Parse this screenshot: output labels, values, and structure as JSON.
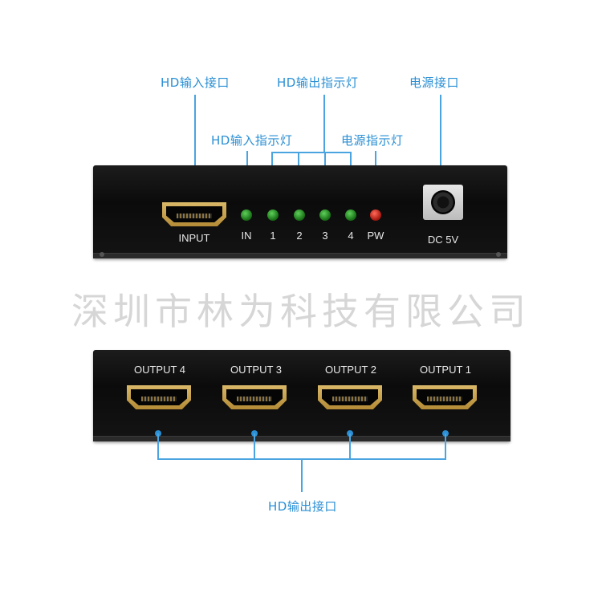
{
  "front_panel": {
    "callouts": {
      "hd_input_port": "HD输入接口",
      "hd_output_indicator": "HD输出指示灯",
      "power_port": "电源接口",
      "hd_input_indicator": "HD输入指示灯",
      "power_indicator": "电源指示灯"
    },
    "labels": {
      "input": "INPUT",
      "led_in": "IN",
      "led_1": "1",
      "led_2": "2",
      "led_3": "3",
      "led_4": "4",
      "led_pw": "PW",
      "dc": "DC 5V"
    },
    "led_colors": {
      "status": "#2f9b2a",
      "power": "#d62a1e"
    }
  },
  "watermark": "深圳市林为科技有限公司",
  "back_panel": {
    "labels": {
      "output_4": "OUTPUT 4",
      "output_3": "OUTPUT 3",
      "output_2": "OUTPUT 2",
      "output_1": "OUTPUT 1"
    },
    "callout": "HD输出接口"
  },
  "colors": {
    "callout_blue": "#2a8fd4",
    "connector_gold": "#c9a24e"
  }
}
